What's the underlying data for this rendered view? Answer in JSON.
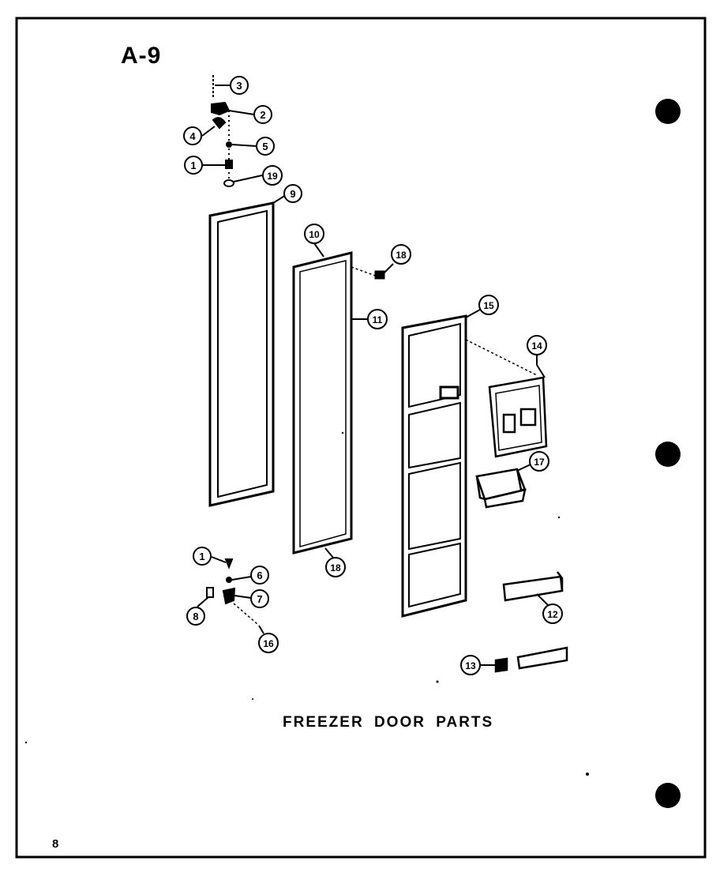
{
  "sheet": {
    "id": "A-9",
    "caption": "FREEZER DOOR PARTS",
    "page_number": "8"
  },
  "callouts": [
    {
      "key": "c3",
      "label": "3"
    },
    {
      "key": "c2",
      "label": "2"
    },
    {
      "key": "c4",
      "label": "4"
    },
    {
      "key": "c5",
      "label": "5"
    },
    {
      "key": "c1a",
      "label": "1"
    },
    {
      "key": "c19",
      "label": "19"
    },
    {
      "key": "c9",
      "label": "9"
    },
    {
      "key": "c10",
      "label": "10"
    },
    {
      "key": "c18a",
      "label": "18"
    },
    {
      "key": "c11",
      "label": "11"
    },
    {
      "key": "c15",
      "label": "15"
    },
    {
      "key": "c14",
      "label": "14"
    },
    {
      "key": "c17",
      "label": "17"
    },
    {
      "key": "c18b",
      "label": "18"
    },
    {
      "key": "c1b",
      "label": "1"
    },
    {
      "key": "c6",
      "label": "6"
    },
    {
      "key": "c7",
      "label": "7"
    },
    {
      "key": "c8",
      "label": "8"
    },
    {
      "key": "c16",
      "label": "16"
    },
    {
      "key": "c12",
      "label": "12"
    },
    {
      "key": "c13",
      "label": "13"
    }
  ],
  "binder_holes": 3,
  "colors": {
    "ink": "#000000",
    "paper": "#ffffff"
  }
}
